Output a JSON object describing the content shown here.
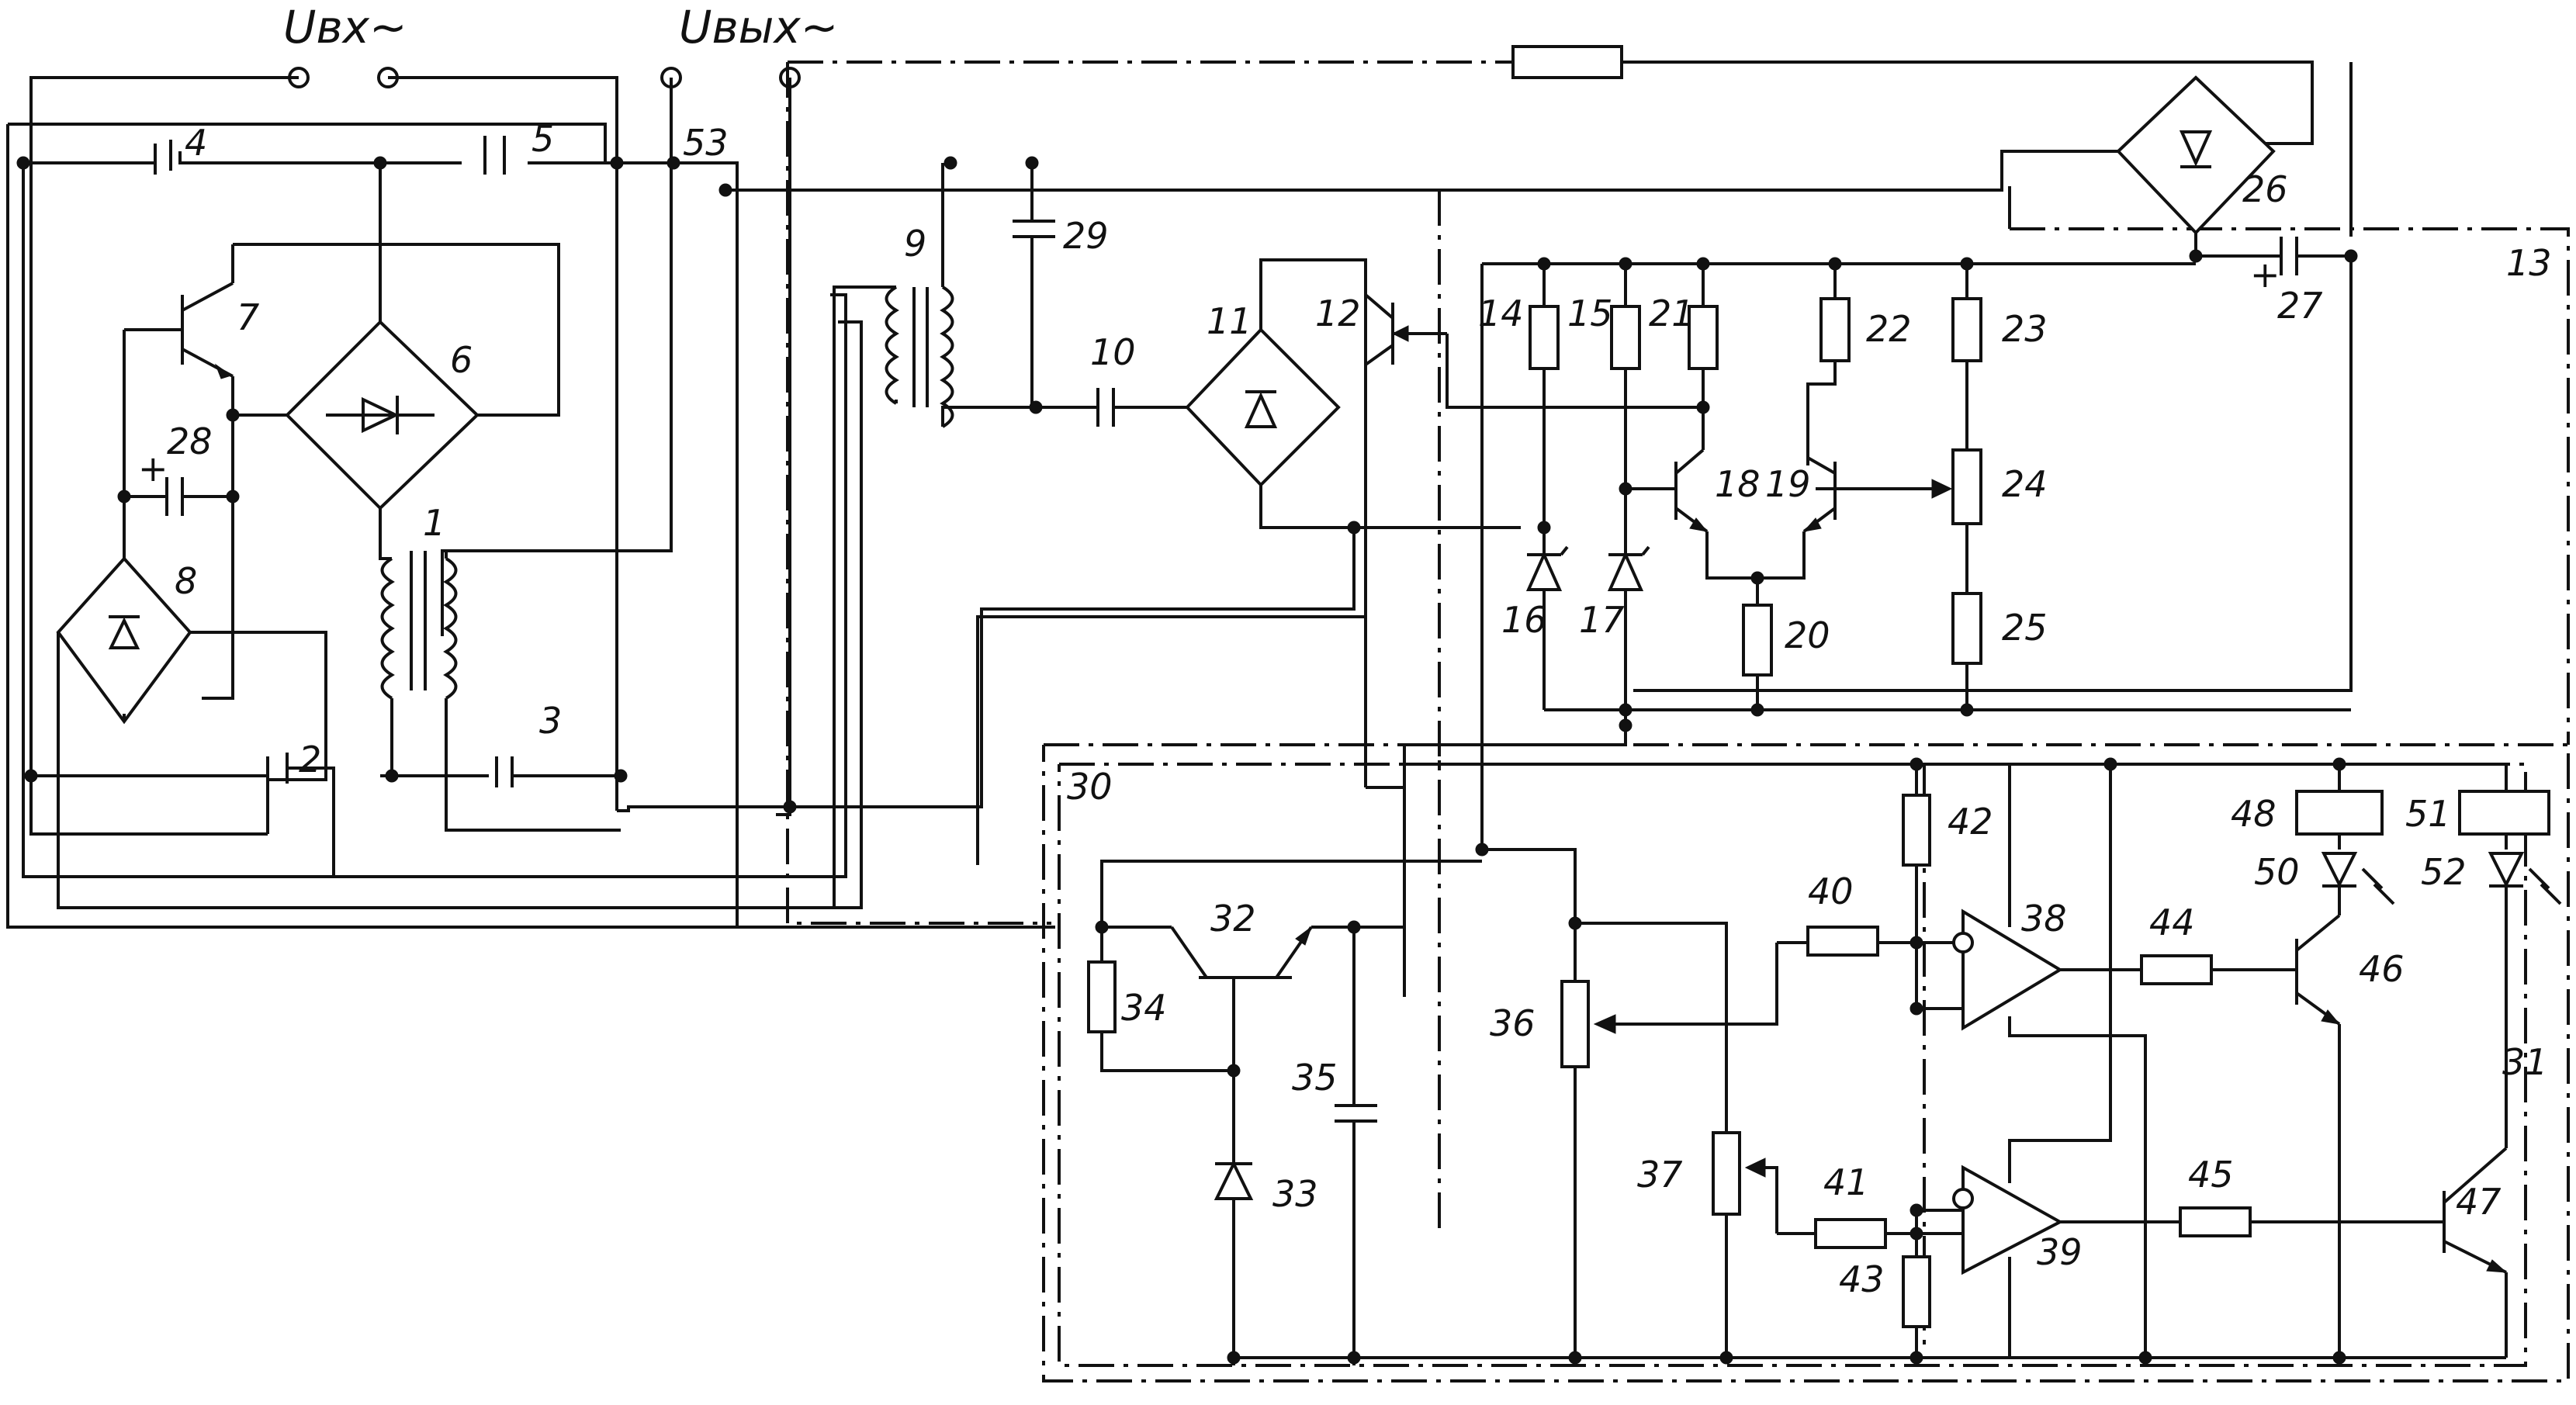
{
  "terminals": {
    "input": "Uвх~",
    "output": "Uвых~"
  },
  "labels": {
    "l1": "1",
    "l2": "2",
    "l3": "3",
    "l4": "4",
    "l5": "5",
    "l6": "6",
    "l7": "7",
    "l8": "8",
    "l9": "9",
    "l10": "10",
    "l11": "11",
    "l12": "12",
    "l13": "13",
    "l14": "14",
    "l15": "15",
    "l16": "16",
    "l17": "17",
    "l18": "18",
    "l19": "19",
    "l20": "20",
    "l21": "21",
    "l22": "22",
    "l23": "23",
    "l24": "24",
    "l25": "25",
    "l26": "26",
    "l27": "27",
    "l28": "28",
    "l29": "29",
    "l30": "30",
    "l31": "31",
    "l32": "32",
    "l33": "33",
    "l34": "34",
    "l35": "35",
    "l36": "36",
    "l37": "37",
    "l38": "38",
    "l39": "39",
    "l40": "40",
    "l41": "41",
    "l42": "42",
    "l43": "43",
    "l44": "44",
    "l45": "45",
    "l46": "46",
    "l47": "47",
    "l48": "48",
    "l50": "50",
    "l51": "51",
    "l52": "52",
    "l53": "53"
  },
  "polarity": {
    "plus": "+"
  }
}
